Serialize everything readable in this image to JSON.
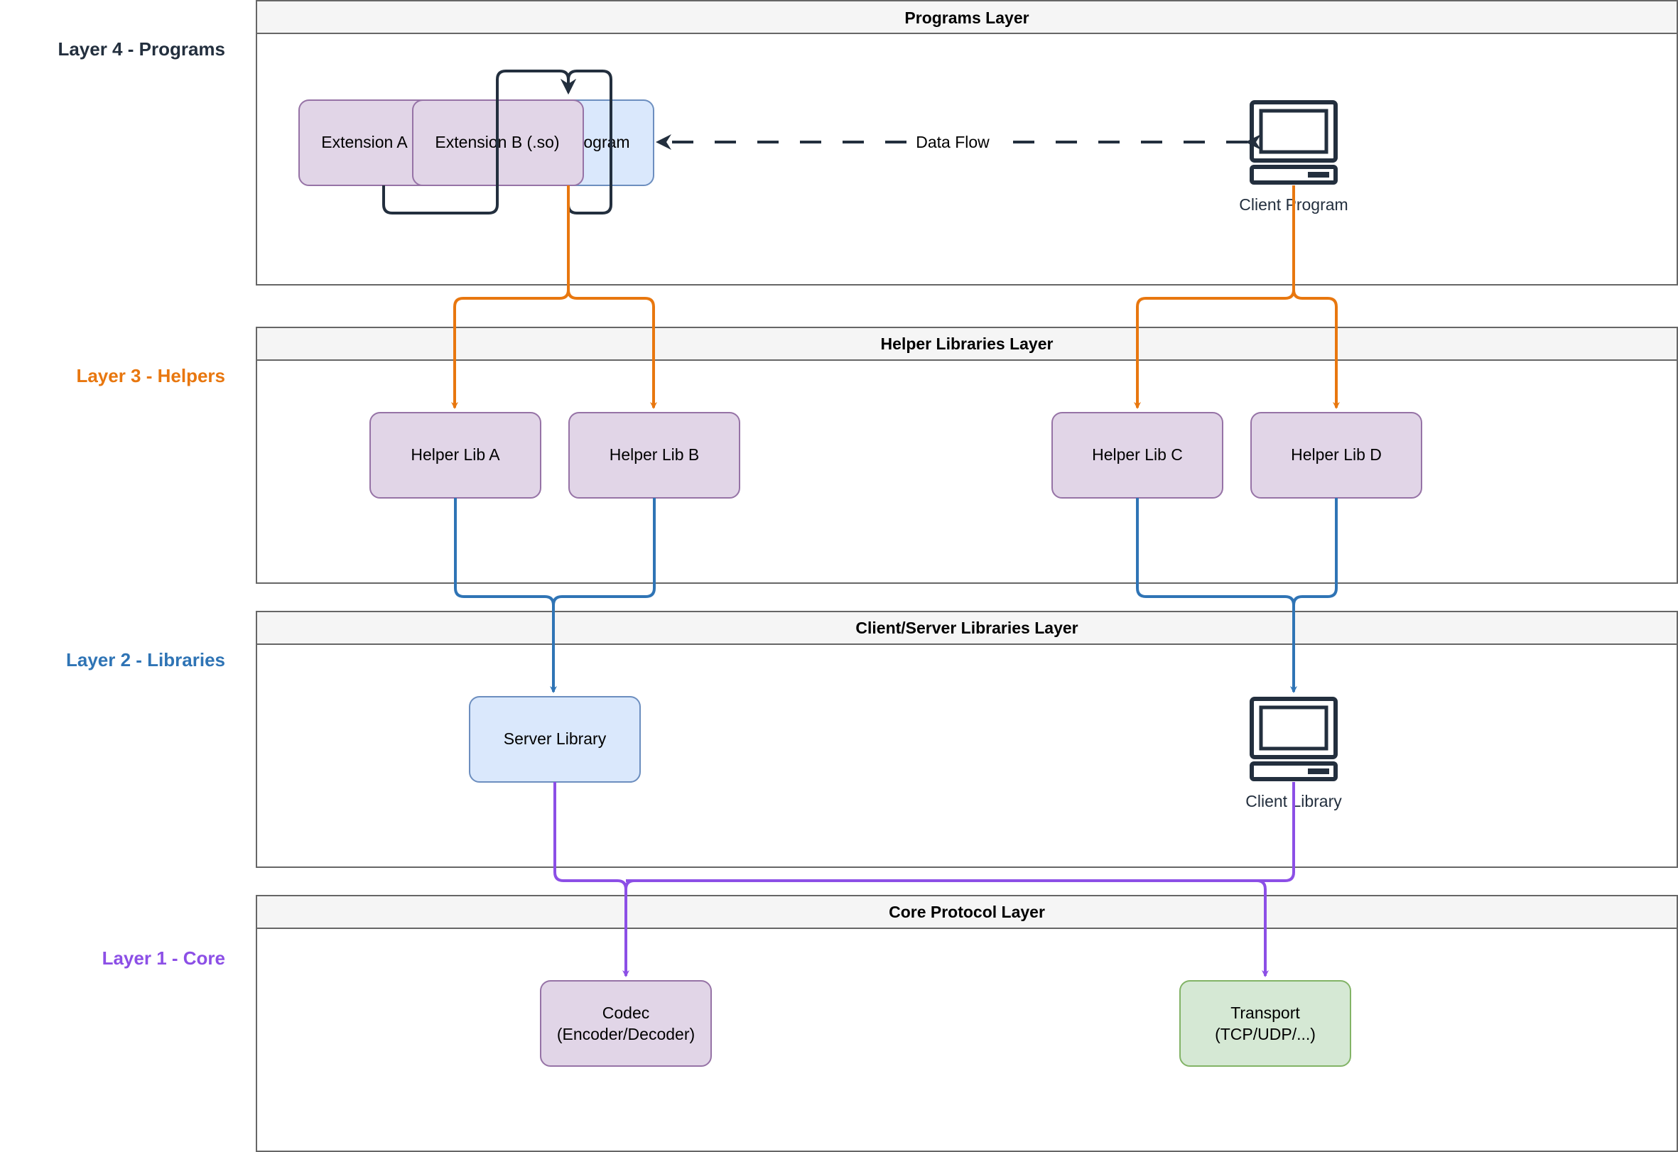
{
  "side_labels": {
    "layer4": {
      "text": "Layer 4 - Programs",
      "color": "#232F3E"
    },
    "layer3": {
      "text": "Layer 3 - Helpers",
      "color": "#E8770F"
    },
    "layer2": {
      "text": "Layer 2 - Libraries",
      "color": "#2F74B5"
    },
    "layer1": {
      "text": "Layer 1 - Core",
      "color": "#8C4FE6"
    }
  },
  "layers": {
    "programs": {
      "title": "Programs Layer"
    },
    "helpers": {
      "title": "Helper Libraries Layer"
    },
    "libraries": {
      "title": "Client/Server Libraries Layer"
    },
    "core": {
      "title": "Core Protocol Layer"
    }
  },
  "nodes": {
    "server_program_partial": "ogram",
    "extension_a": "Extension A",
    "extension_b": "Extension B (.so)",
    "client_program": "Client Program",
    "data_flow": "Data Flow",
    "helper_a": "Helper Lib A",
    "helper_b": "Helper Lib B",
    "helper_c": "Helper Lib C",
    "helper_d": "Helper Lib D",
    "server_library": "Server Library",
    "client_library": "Client Library",
    "codec_line1": "Codec",
    "codec_line2": "(Encoder/Decoder)",
    "transport_line1": "Transport",
    "transport_line2": "(TCP/UDP/...)"
  },
  "icons": [
    "computer-icon",
    "computer-icon"
  ],
  "colors": {
    "purple_fill": "#E1D5E7",
    "purple_stroke": "#9673A6",
    "blue_fill": "#DAE8FC",
    "blue_stroke": "#6C8EBF",
    "green_fill": "#D5E8D4",
    "green_stroke": "#82B366",
    "orange_edge": "#E8770F",
    "blue_edge": "#2F74B5",
    "violet_edge": "#8C4FE6",
    "dark": "#232F3E"
  }
}
